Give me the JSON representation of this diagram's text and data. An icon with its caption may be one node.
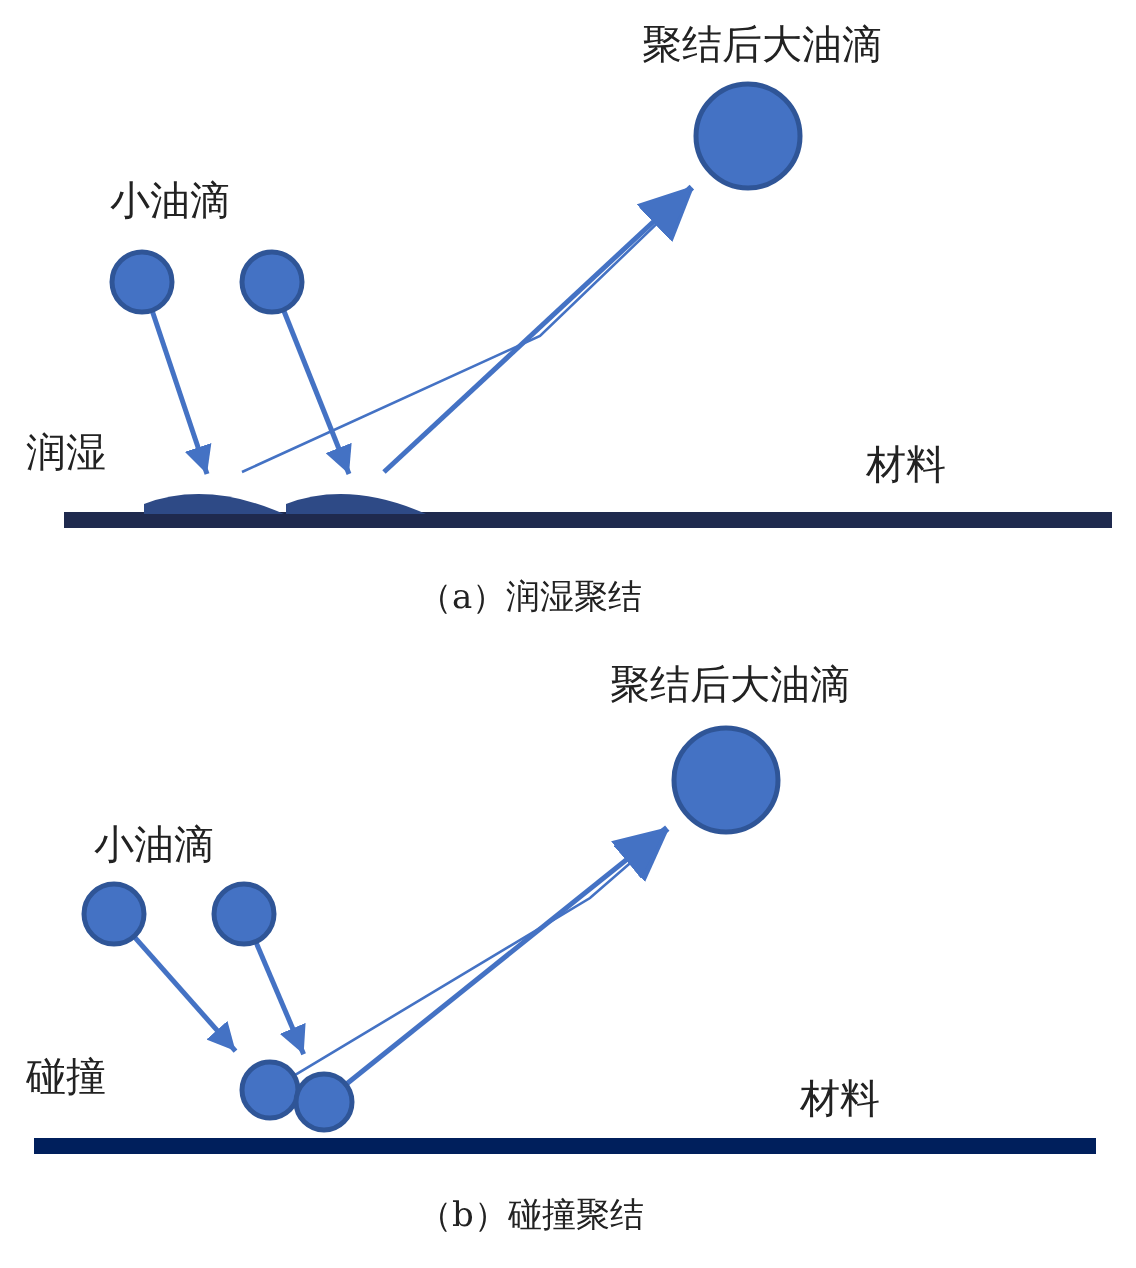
{
  "diagram": {
    "nodes": [
      {
        "text": [
          "聚结后大油滴"
        ]
      },
      {
        "text": [],
        "shape": "circle"
      },
      {
        "text": [],
        "shape": "circle"
      },
      {
        "text": [],
        "shape": "dome"
      },
      {
        "text": [],
        "shape": "dome"
      },
      {
        "text": [
          "聚结后大油滴"
        ]
      },
      {
        "text": [],
        "shape": "circle"
      },
      {
        "text": [],
        "shape": "circle"
      },
      {
        "text": [],
        "shape": "circle"
      },
      {
        "text": [],
        "shape": "circle"
      }
    ],
    "edges": [
      {
        "from": 1,
        "to": 3,
        "arrow": "to"
      },
      {
        "from": 2,
        "to": 4,
        "arrow": "to"
      },
      {
        "from": 3,
        "to": 0,
        "arrow": "to"
      },
      {
        "from": 4,
        "to": 0,
        "arrow": "to"
      },
      {
        "from": 6,
        "to": 8,
        "arrow": "to"
      },
      {
        "from": 7,
        "to": 9,
        "arrow": "to"
      },
      {
        "from": 8,
        "to": 5,
        "arrow": "to"
      },
      {
        "from": 9,
        "to": 5,
        "arrow": "to"
      }
    ],
    "labels": [
      "小油滴",
      "润湿",
      "材料",
      "（a）润湿聚结",
      "小油滴",
      "碰撞",
      "材料",
      "（b）碰撞聚结"
    ]
  }
}
